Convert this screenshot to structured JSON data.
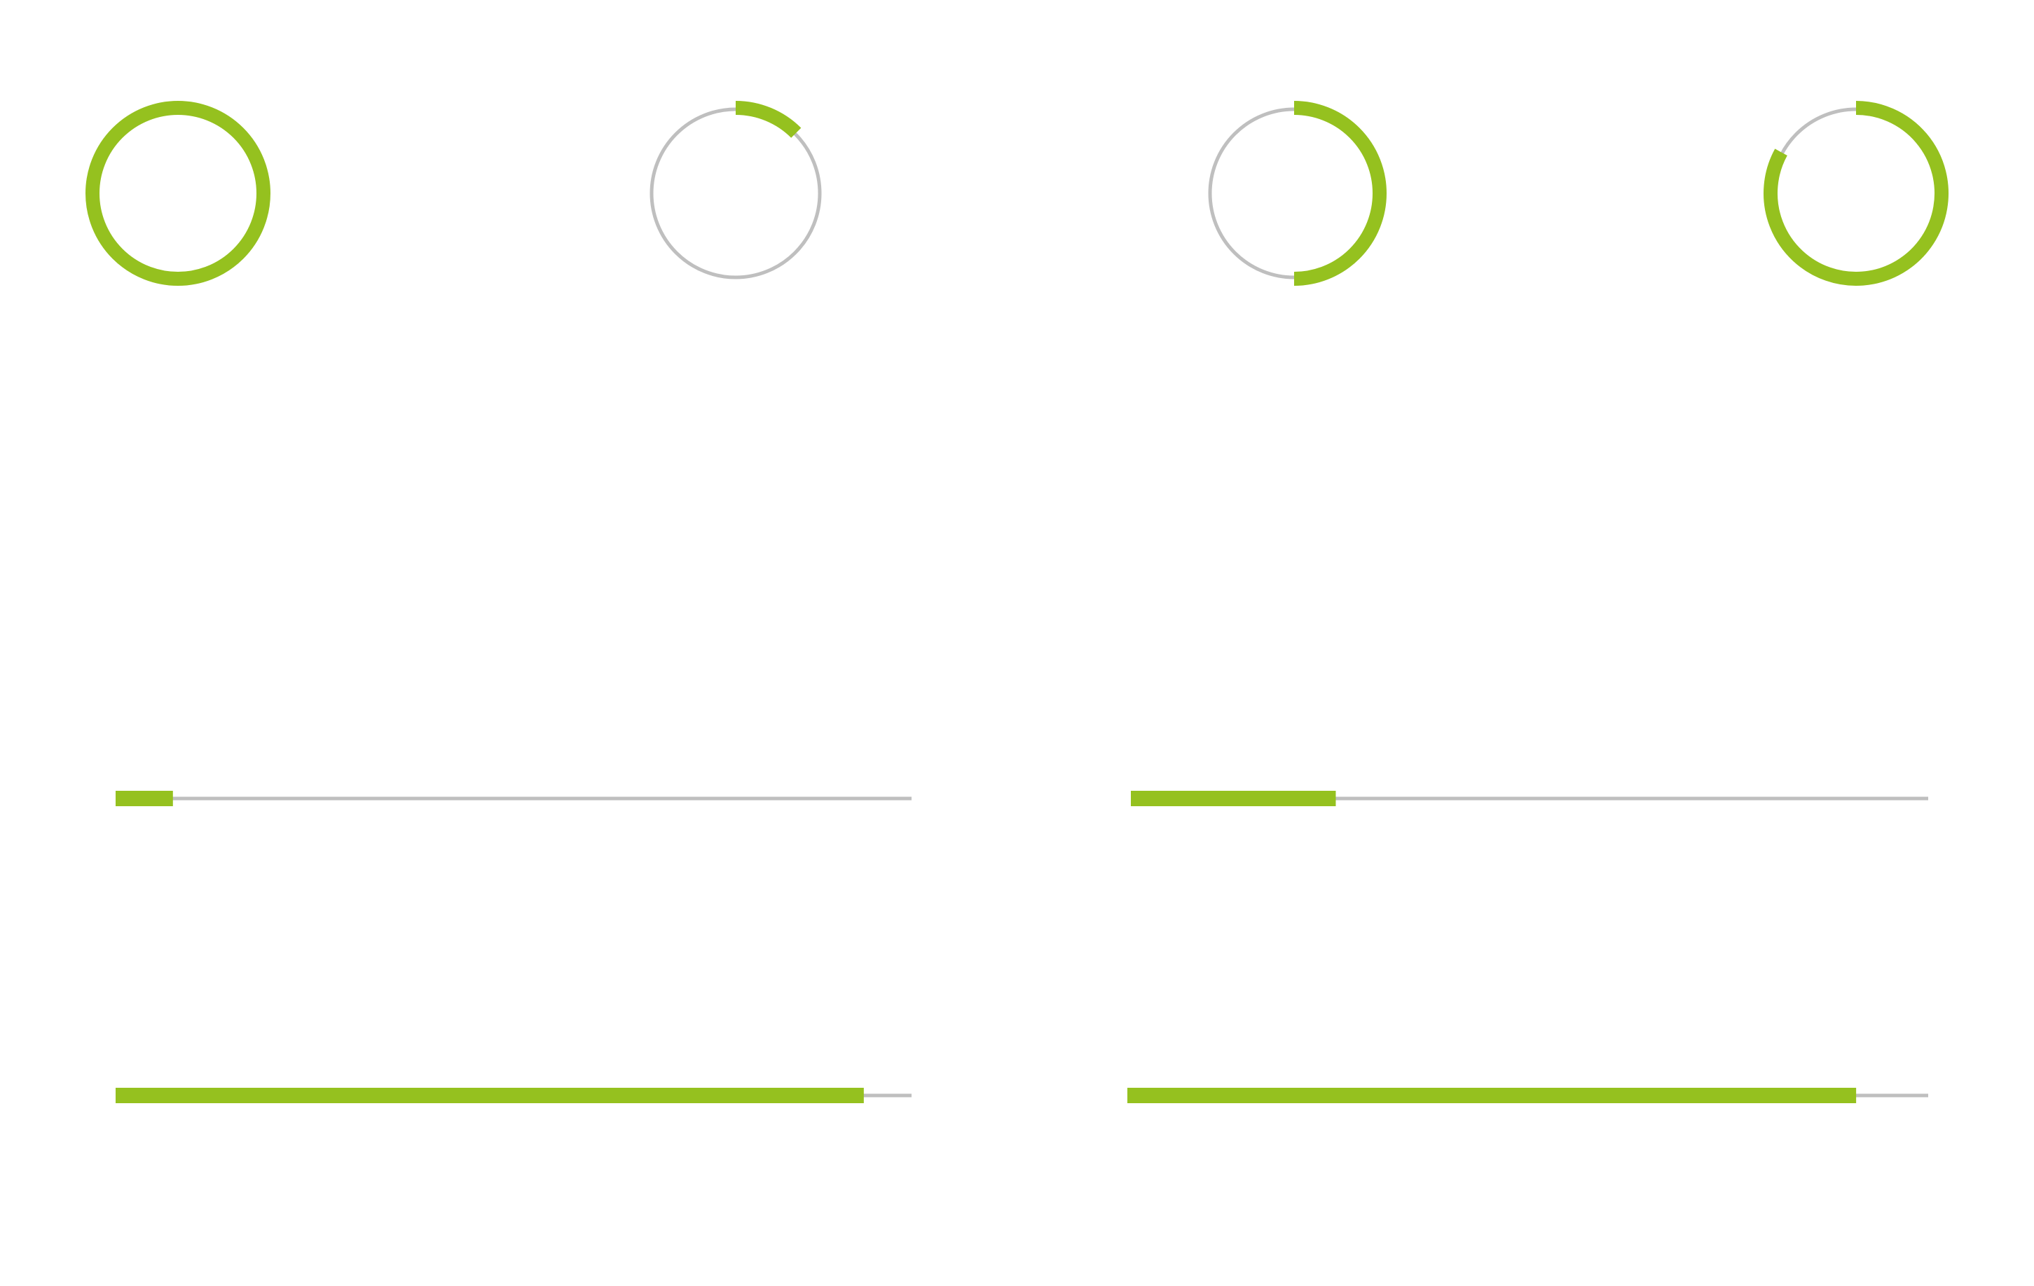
{
  "colors": {
    "progress": "#95C11F",
    "track": "#BFBFBF",
    "background": "#FFFFFF"
  },
  "circular_progress": [
    {
      "value": 1.0
    },
    {
      "value": 0.125
    },
    {
      "value": 0.5
    },
    {
      "value": 0.83
    }
  ],
  "linear_progress": [
    {
      "value": 0.072
    },
    {
      "value": 0.257
    },
    {
      "value": 0.94
    },
    {
      "value": 0.91
    }
  ]
}
